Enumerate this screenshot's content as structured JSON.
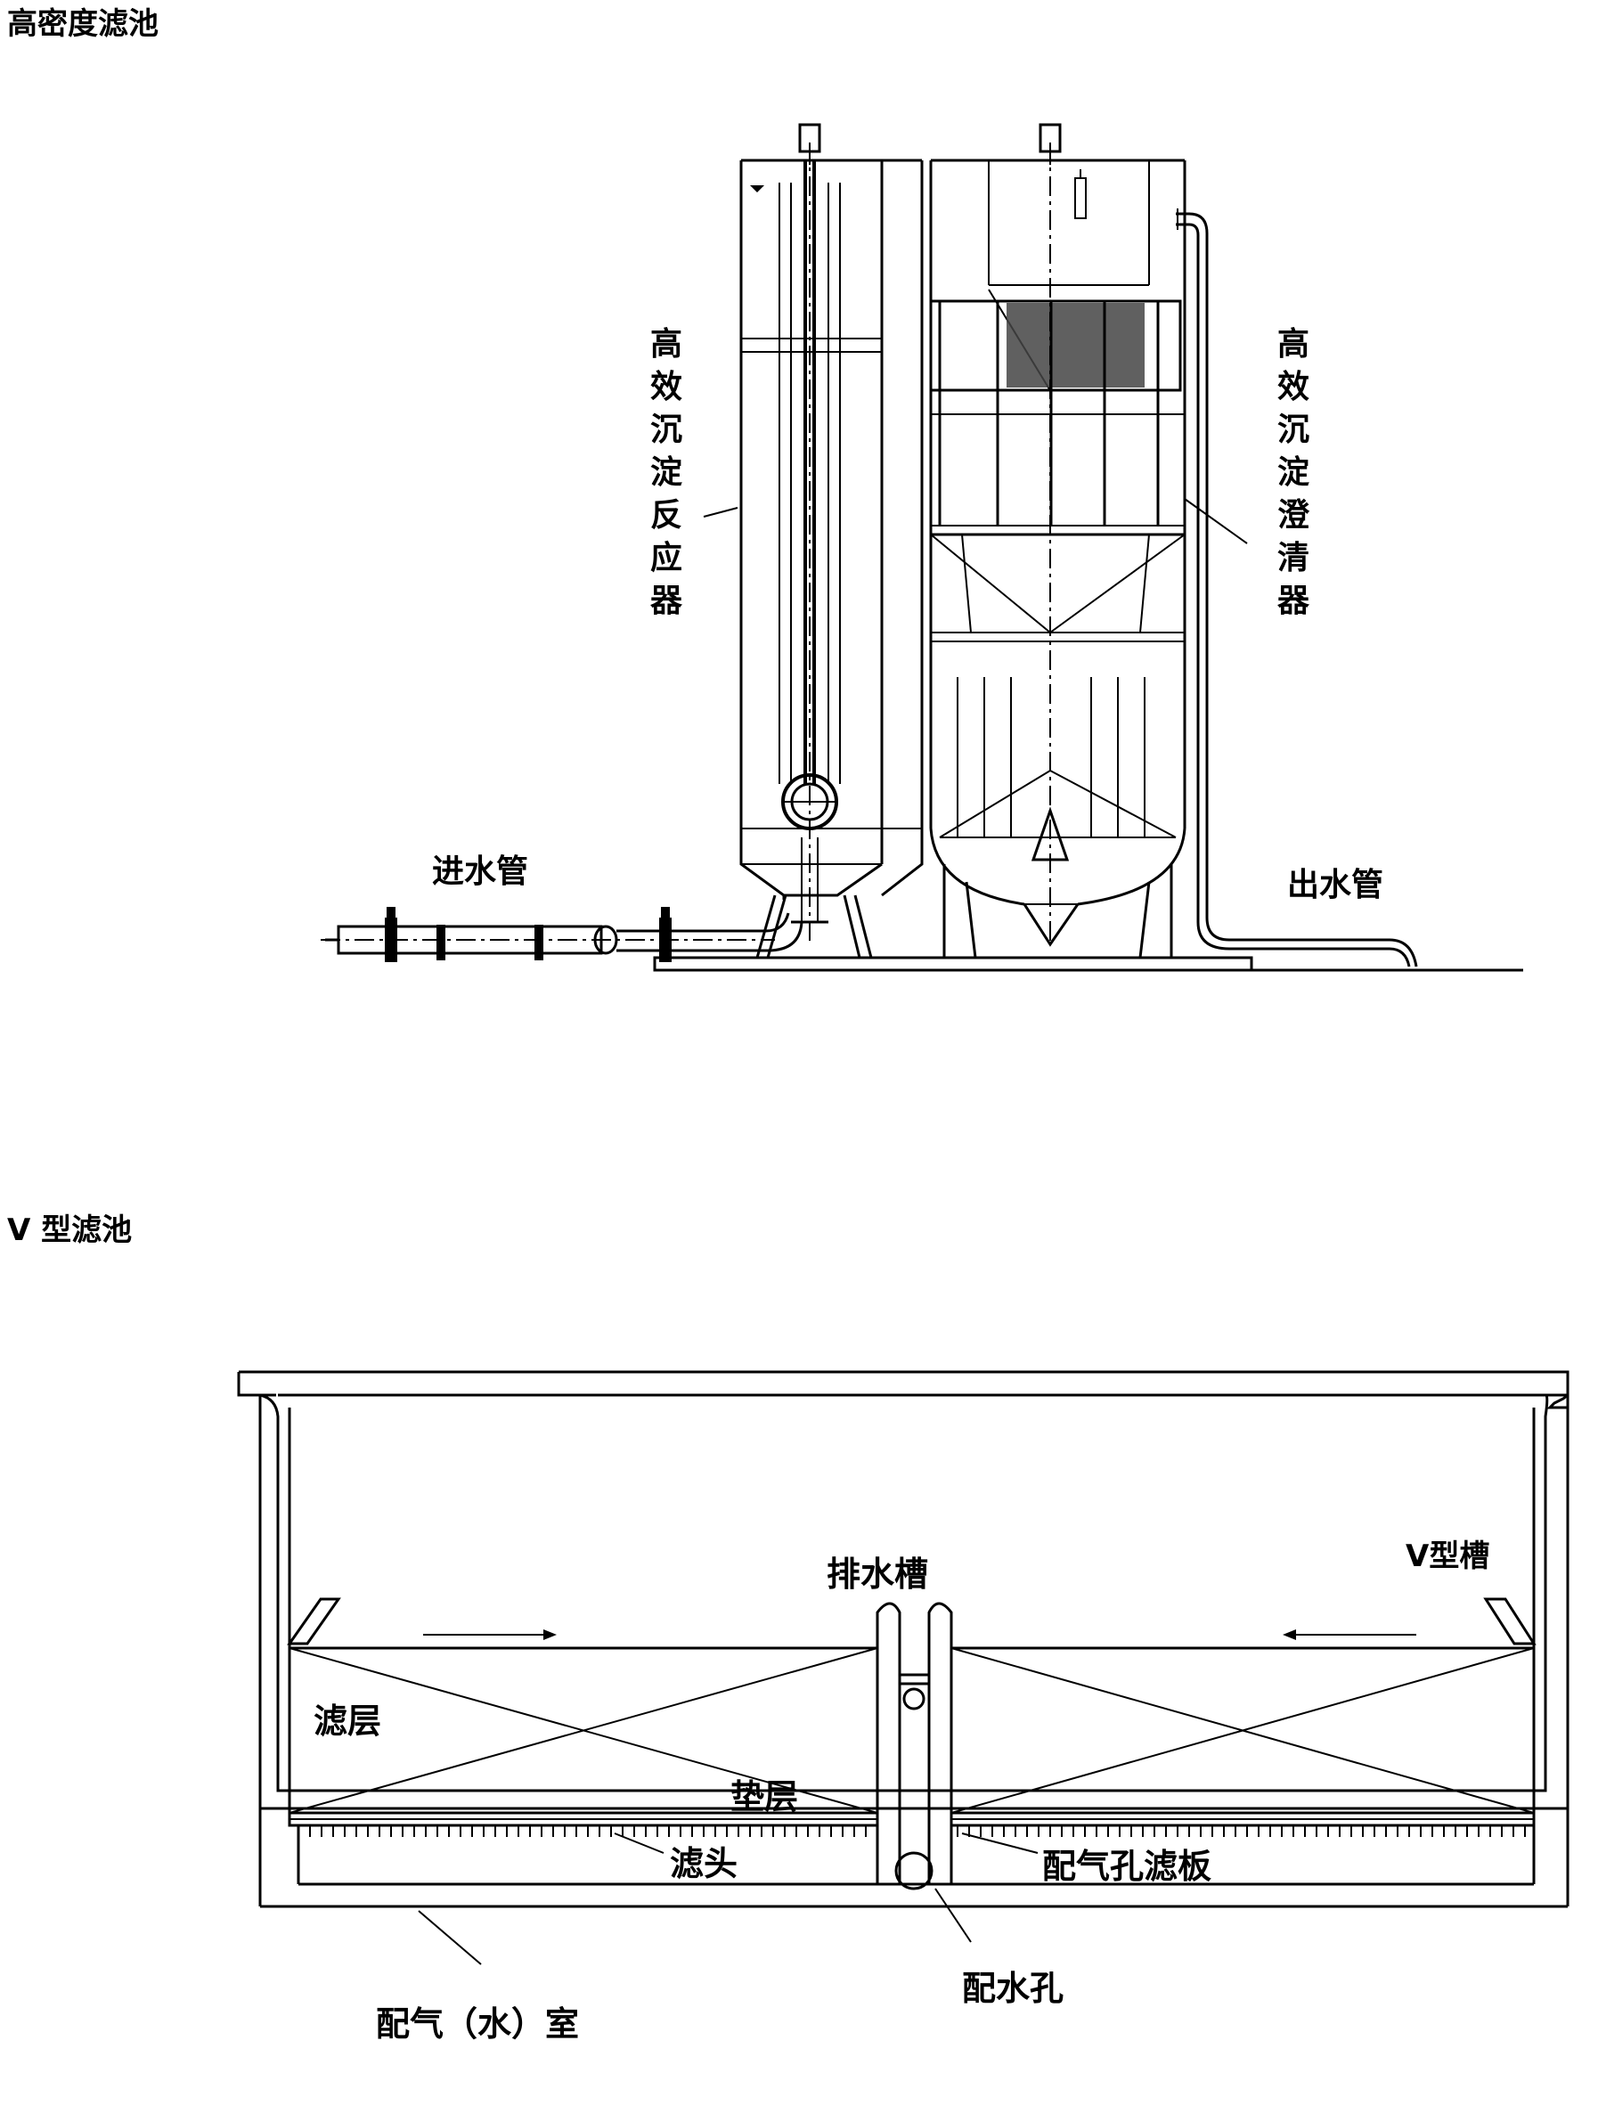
{
  "section1": {
    "title": "高密度滤池",
    "reactor_label": [
      "高",
      "效",
      "沉",
      "淀",
      "反",
      "应",
      "器"
    ],
    "clarifier_label": [
      "高",
      "效",
      "沉",
      "淀",
      "澄",
      "清",
      "器"
    ],
    "inlet_label": "进水管",
    "outlet_label": "出水管"
  },
  "section2": {
    "title": "V 型滤池",
    "drain_trough": "排水槽",
    "v_trough": "V型槽",
    "filter_layer": "滤层",
    "cushion_layer": "垫层",
    "filter_head": "滤头",
    "air_hole_plate": "配气孔滤板",
    "chamber": "配气（水）室",
    "water_hole": "配水孔"
  }
}
